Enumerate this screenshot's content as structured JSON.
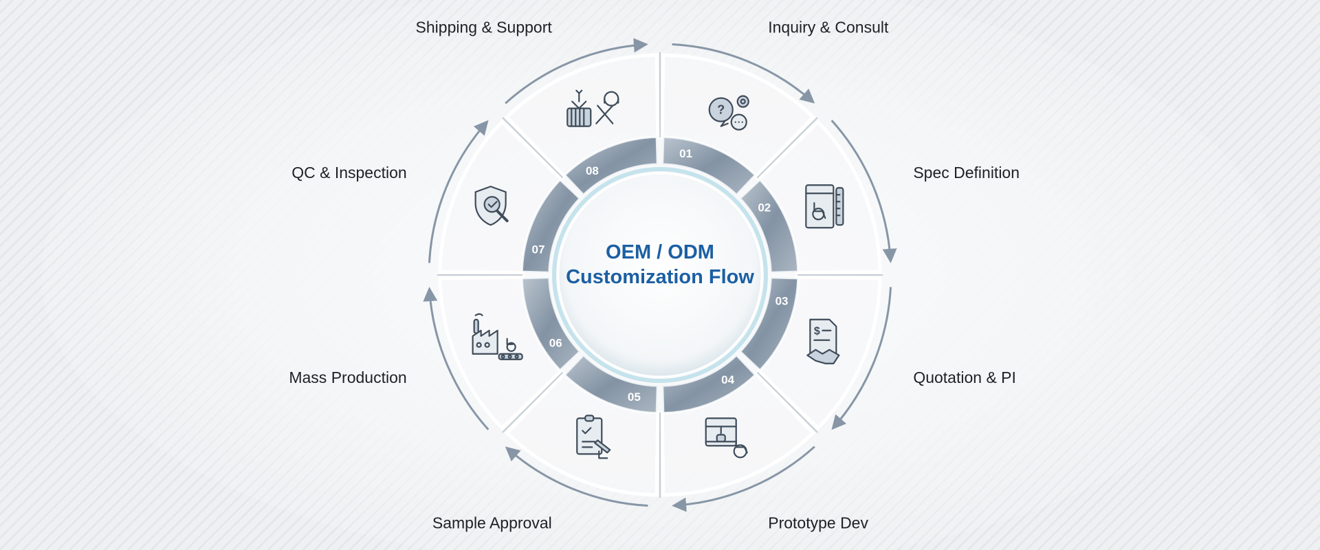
{
  "center": {
    "title_line1": "OEM / ODM",
    "title_line2": "Customization Flow"
  },
  "stages": [
    {
      "number": "01",
      "label": "Inquiry & Consult",
      "icon": "chat-gear-icon"
    },
    {
      "number": "02",
      "label": "Spec Definition",
      "icon": "blueprint-wheelchair-icon"
    },
    {
      "number": "03",
      "label": "Quotation & PI",
      "icon": "invoice-handshake-icon"
    },
    {
      "number": "04",
      "label": "Prototype Dev",
      "icon": "3d-printer-wheelchair-icon"
    },
    {
      "number": "05",
      "label": "Sample Approval",
      "icon": "clipboard-check-icon"
    },
    {
      "number": "06",
      "label": "Mass Production",
      "icon": "factory-conveyor-icon"
    },
    {
      "number": "07",
      "label": "QC & Inspection",
      "icon": "shield-check-magnifier-icon"
    },
    {
      "number": "08",
      "label": "Shipping & Support",
      "icon": "container-tools-headset-icon"
    }
  ],
  "colors": {
    "title": "#1c5fa3",
    "ring": "#8e9cab",
    "outline": "#8796a6",
    "background": "#eef0f2"
  }
}
